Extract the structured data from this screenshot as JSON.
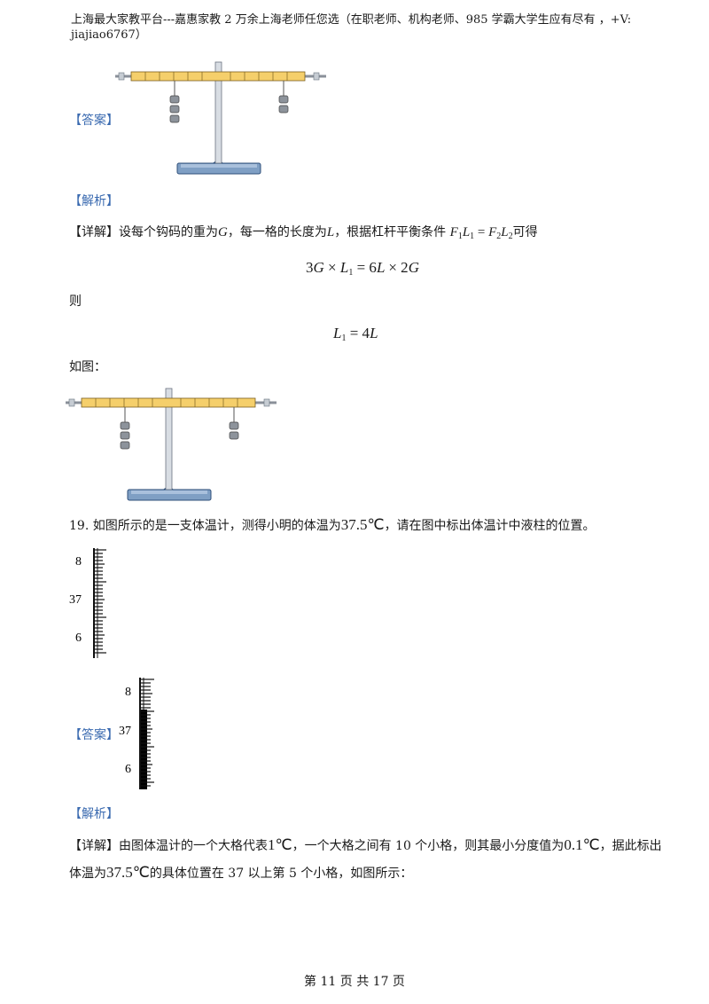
{
  "header": {
    "line1": "上海最大家教平台---嘉惠家教   2 万余上海老师任您选（在职老师、机构老师、985 学霸大学生应有尽有  ，+V:",
    "line2": "jiajiao6767）"
  },
  "q18": {
    "answer_tag": "【答案】",
    "analysis_tag": "【解析】",
    "detail_tag": "【详解】",
    "detail_text": "设每个钩码的重为",
    "detail_G": "G",
    "detail_mid": "，每一格的长度为",
    "detail_L": "L",
    "detail_tail": "，根据杠杆平衡条件",
    "formula_tail": "可得",
    "ze": "则",
    "rutu": "如图："
  },
  "q19": {
    "question": "19. 如图所示的是一支体温计，测得小明的体温为",
    "question_value": "37.5℃",
    "question_tail": "，请在图中标出体温计中液柱的位置。",
    "labels": [
      "8",
      "37",
      "6"
    ],
    "answer_tag": "【答案】",
    "analysis_tag": "【解析】",
    "detail_tag": "【详解】",
    "detail_line1_a": "由图体温计的一个大格代表",
    "detail_line1_v1": "1℃",
    "detail_line1_b": "，一个大格之间有 10 个小格，则其最小分度值为",
    "detail_line1_v2": "0.1℃",
    "detail_line1_c": "，据此标出",
    "detail_line2_a": "体温为",
    "detail_line2_v": "37.5℃",
    "detail_line2_b": "的具体位置在 37 以上第 5 个小格，如图所示："
  },
  "footer": {
    "text": "第  11  页  共  17  页"
  },
  "colors": {
    "tag_blue": "#3a6ab0",
    "lever_yellow": "#f5cf6b",
    "stand_blue": "#7f9fc4"
  }
}
